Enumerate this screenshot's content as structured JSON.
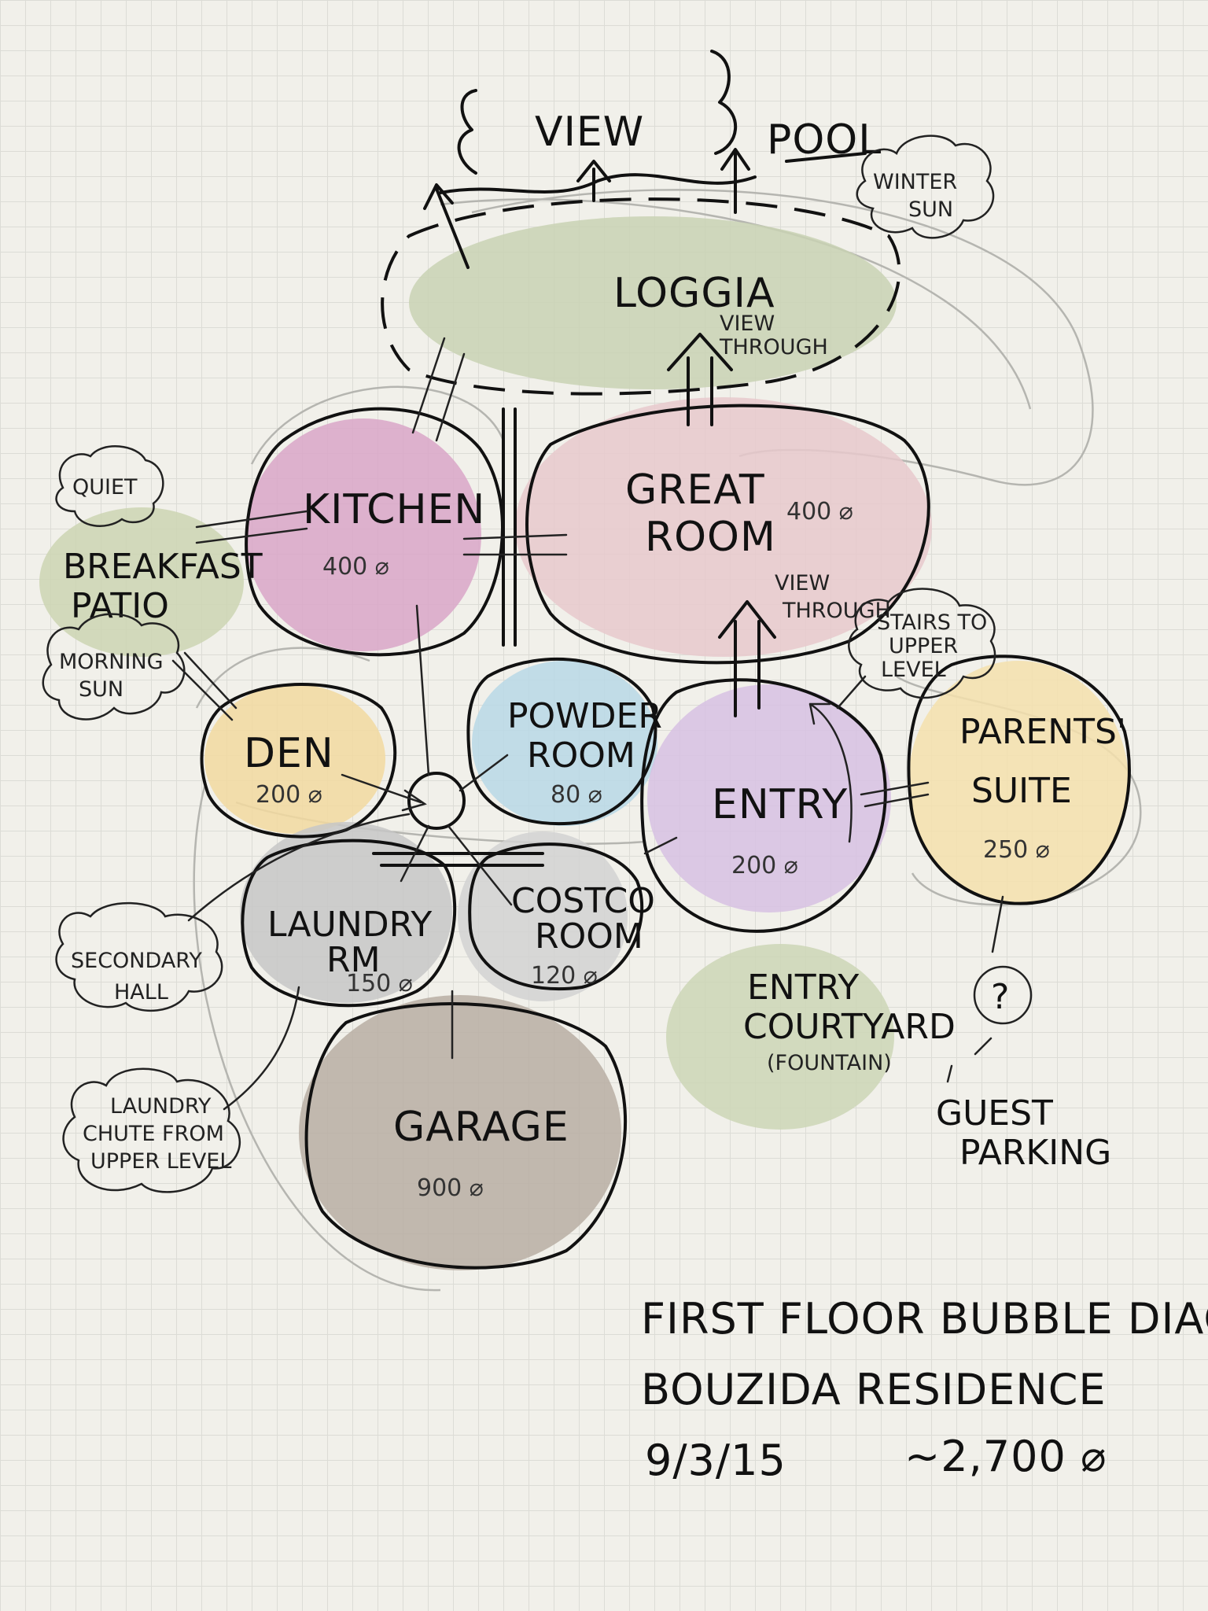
{
  "heading": {
    "view": "VIEW",
    "pool": "POOL"
  },
  "rooms": {
    "loggia": {
      "name": "LOGGIA"
    },
    "kitchen": {
      "name": "KITCHEN",
      "area": "400 ⌀"
    },
    "great_room": {
      "name_line1": "GREAT",
      "name_line2": "ROOM",
      "area": "400 ⌀"
    },
    "breakfast_patio": {
      "name_line1": "BREAKFAST",
      "name_line2": "PATIO"
    },
    "den": {
      "name": "DEN",
      "area": "200 ⌀"
    },
    "powder_room": {
      "name_line1": "POWDER",
      "name_line2": "ROOM",
      "area": "80 ⌀"
    },
    "entry": {
      "name": "ENTRY",
      "area": "200 ⌀"
    },
    "parents_suite": {
      "name_line1": "PARENTS'",
      "name_line2": "SUITE",
      "area": "250 ⌀"
    },
    "laundry": {
      "name_line1": "LAUNDRY",
      "name_line2": "RM",
      "area": "150 ⌀"
    },
    "costco": {
      "name_line1": "COSTCO",
      "name_line2": "ROOM",
      "area": "120 ⌀"
    },
    "garage": {
      "name": "GARAGE",
      "area": "900 ⌀"
    },
    "entry_courtyard": {
      "name_line1": "ENTRY",
      "name_line2": "COURTYARD",
      "name_line3": "(FOUNTAIN)"
    }
  },
  "notes": {
    "winter_sun": {
      "line1": "WINTER",
      "line2": "SUN"
    },
    "view_through_top": {
      "line1": "VIEW",
      "line2": "THROUGH"
    },
    "view_through_mid": {
      "line1": "VIEW",
      "line2": "THROUGH"
    },
    "quiet": "QUIET",
    "morning_sun": {
      "line1": "MORNING",
      "line2": "SUN"
    },
    "stairs": {
      "line1": "STAIRS TO",
      "line2": "UPPER",
      "line3": "LEVEL"
    },
    "secondary_hall": {
      "line1": "SECONDARY",
      "line2": "HALL"
    },
    "laundry_chute": {
      "line1": "LAUNDRY",
      "line2": "CHUTE FROM",
      "line3": "UPPER LEVEL"
    },
    "guest_marker": "?",
    "guest_parking": {
      "line1": "GUEST",
      "line2": "PARKING"
    }
  },
  "title_block": {
    "line1": "FIRST FLOOR BUBBLE DIAGRAM",
    "line2": "BOUZIDA RESIDENCE",
    "date": "9/3/15",
    "total": "~2,700 ⌀"
  },
  "colors": {
    "loggia": "#c9d2b4",
    "kitchen": "#d9a6c8",
    "great_room": "#e8c9cc",
    "den": "#f2d9a0",
    "powder_room": "#b8d8e6",
    "entry": "#d7c1e3",
    "parents_suite": "#f4e0ad",
    "laundry": "#c7c7c7",
    "costco": "#d2d2d2",
    "garage": "#b9aea3",
    "courtyard": "#cdd6b6",
    "breakfast_patio": "#cdd5b3"
  }
}
